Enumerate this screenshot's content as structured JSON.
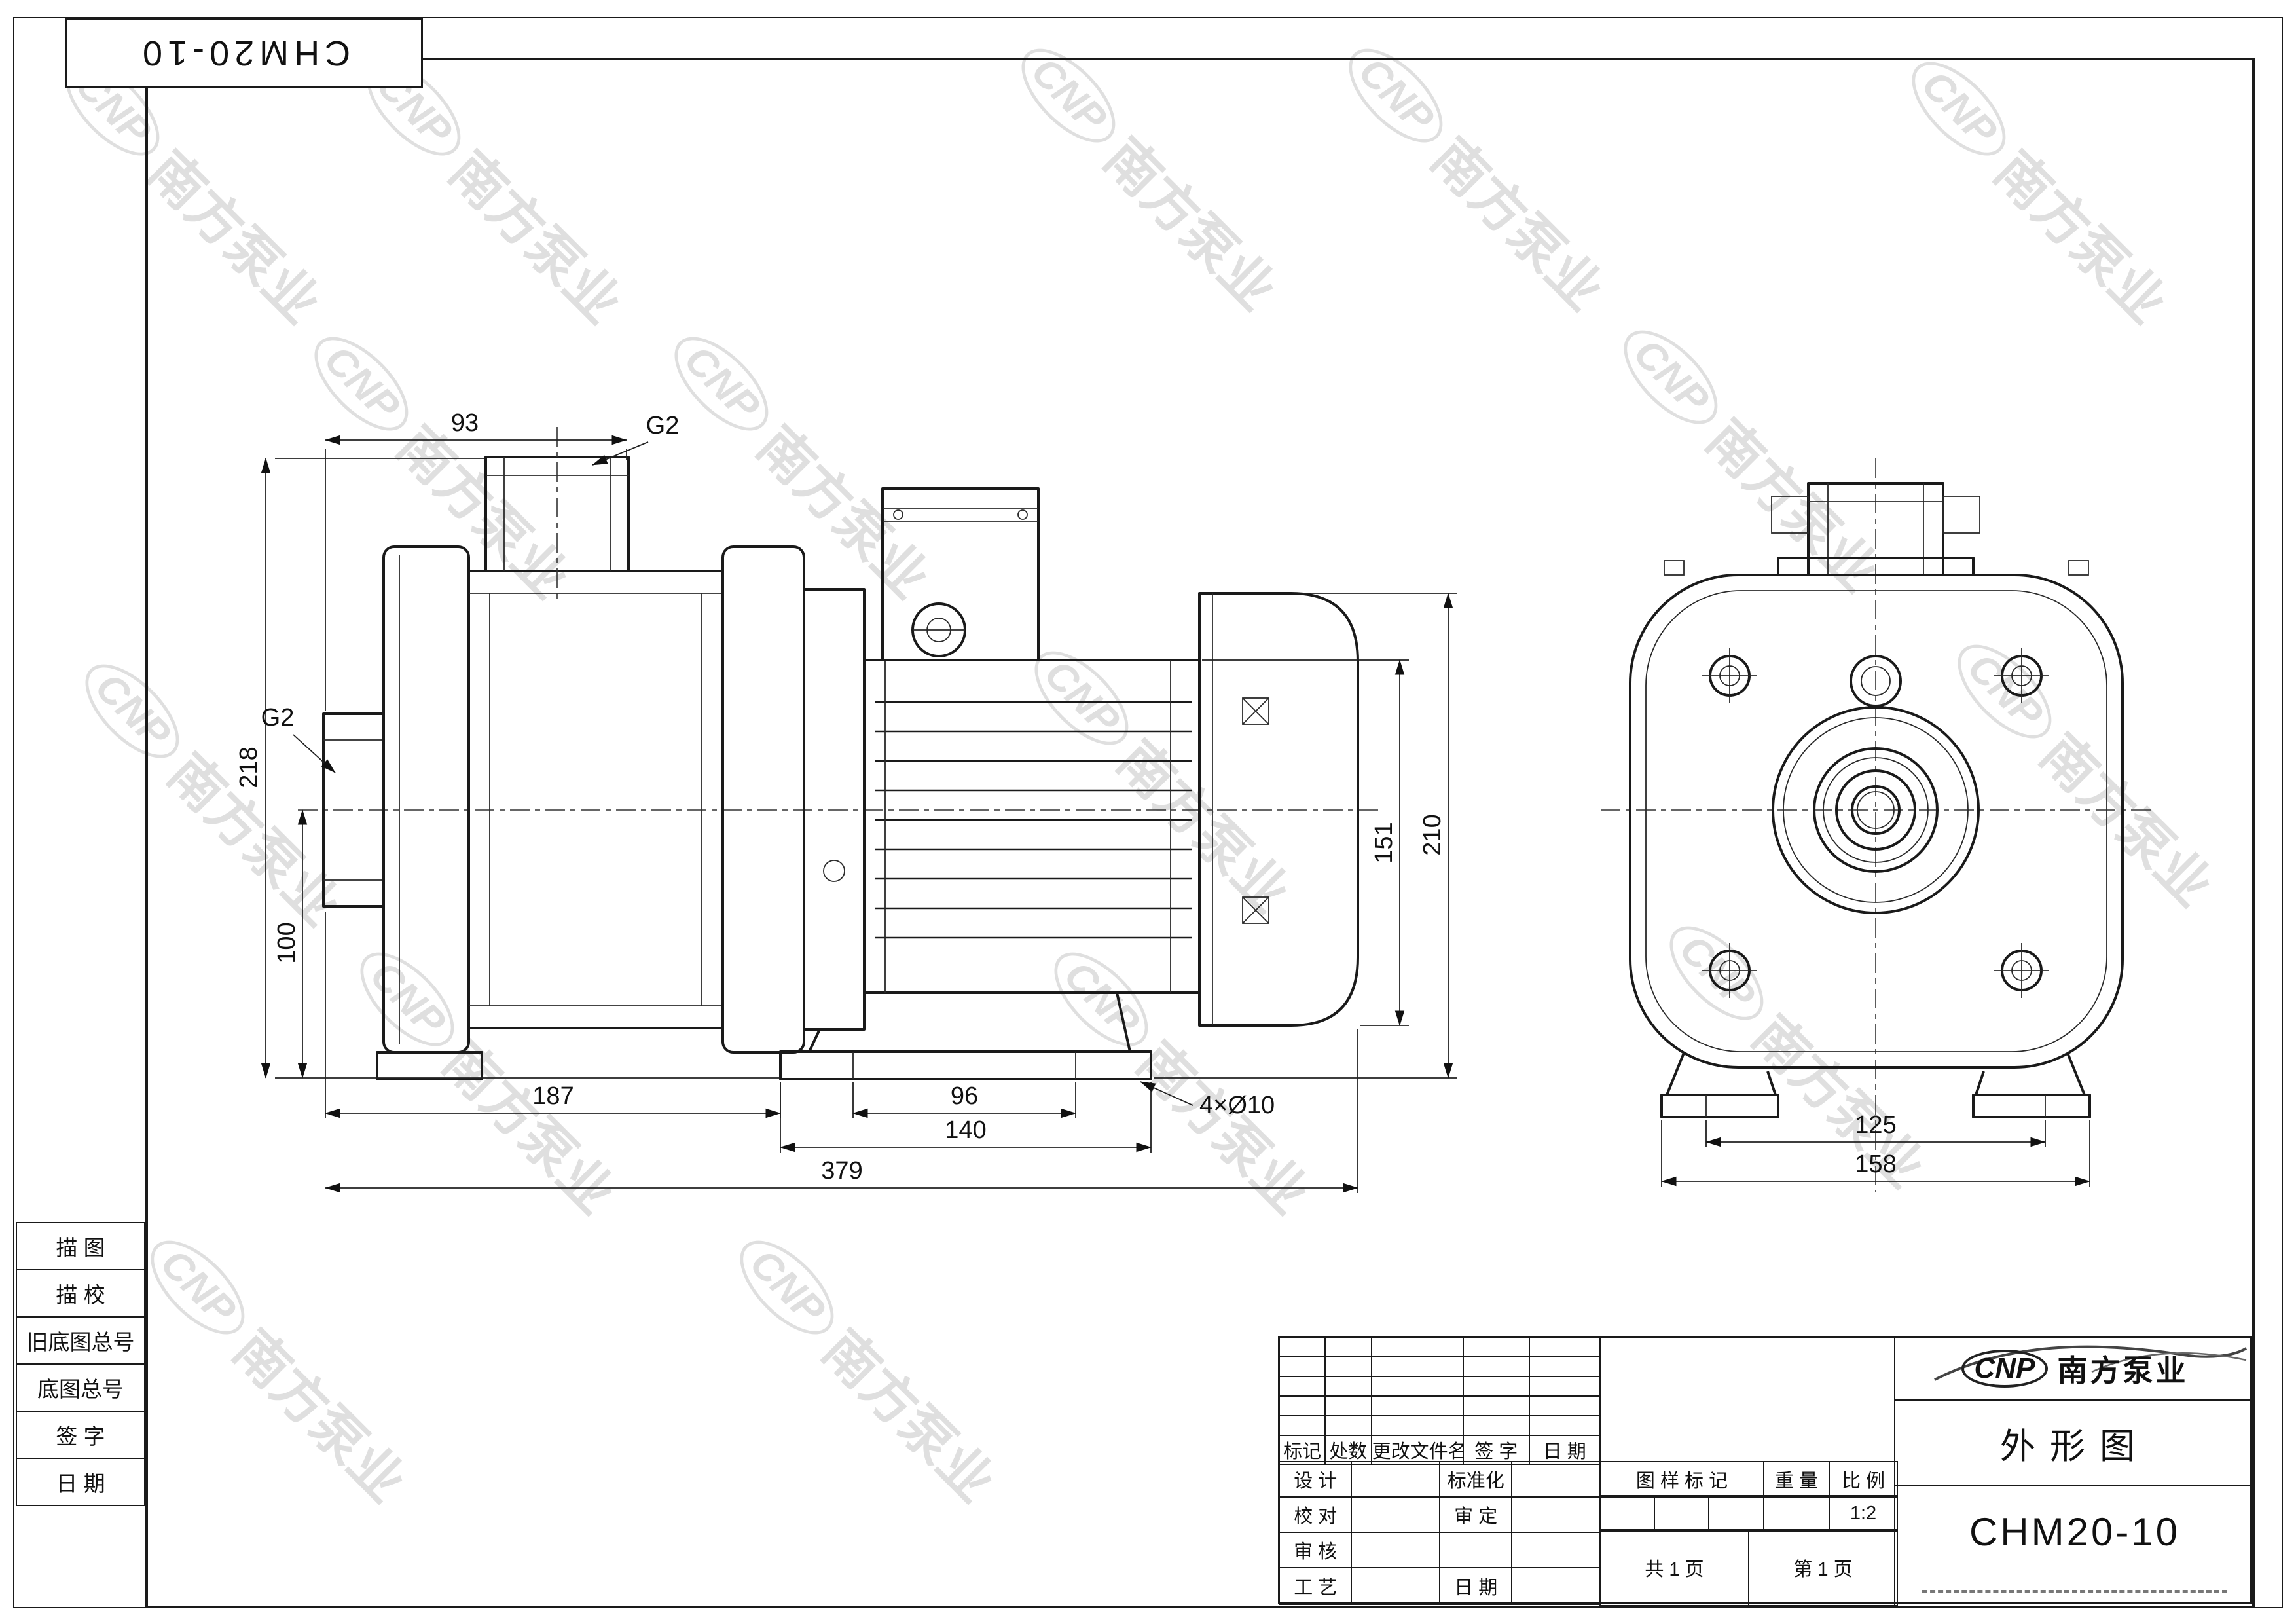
{
  "sheet": {
    "id_label": "CHM20-10"
  },
  "watermark": {
    "logo": "CNP",
    "text": "南方泵业"
  },
  "left_column": {
    "labels": [
      "描  图",
      "描  校",
      "旧底图总号",
      "底图总号",
      "签  字",
      "日  期"
    ]
  },
  "side_view": {
    "dims": {
      "width_top": "93",
      "port_top": "G2",
      "height_total": "218",
      "port_left": "G2",
      "height_axis": "100",
      "length_pump": "187",
      "holes_span": "96",
      "base_length": "140",
      "length_total": "379",
      "holes_note": "4×Ø10",
      "motor_height": "151",
      "motor_total_height": "210"
    }
  },
  "front_view": {
    "dims": {
      "holes_span": "125",
      "feet_width": "158"
    }
  },
  "title_block": {
    "header_row": [
      "标记",
      "处数",
      "更改文件名",
      "签  字",
      "日  期"
    ],
    "sig_rows": [
      {
        "l1": "设  计",
        "l2": "标准化"
      },
      {
        "l1": "校  对",
        "l2": "审  定"
      },
      {
        "l1": "审  核",
        "l2": ""
      },
      {
        "l1": "工  艺",
        "l2": "日  期"
      }
    ],
    "stamp_header": [
      "图  样  标  记",
      "重  量",
      "比  例"
    ],
    "scale_value": "1:2",
    "pages": [
      "共 1 页",
      "第 1 页"
    ],
    "brand_logo": "CNP",
    "brand_name": "南方泵业",
    "drawing_title": "外形图",
    "model": "CHM20-10"
  }
}
